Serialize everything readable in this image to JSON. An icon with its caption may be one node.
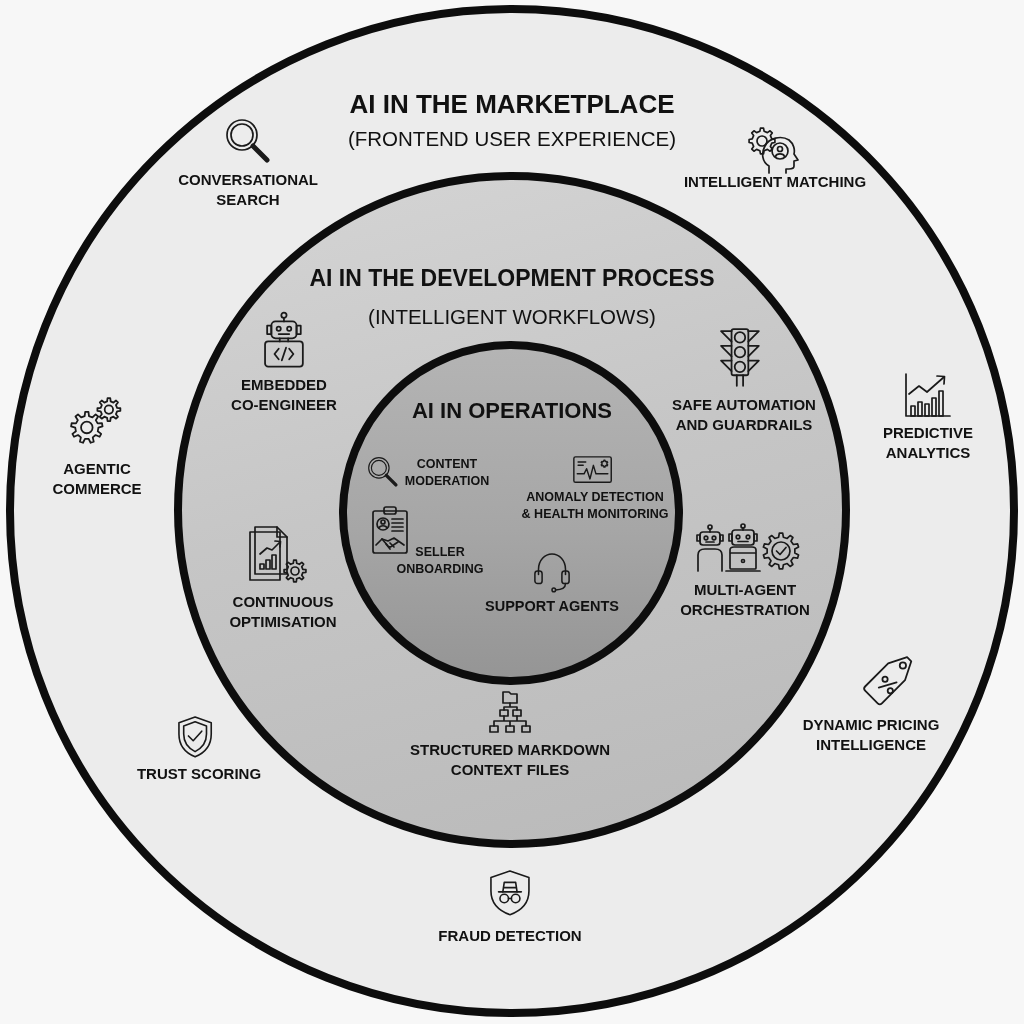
{
  "diagram": {
    "nodes": [
      {
        "text": [
          "AI IN THE MARKETPLACE",
          "(FRONTEND USER EXPERIENCE)"
        ]
      },
      {
        "text": [
          "AI IN THE DEVELOPMENT PROCESS",
          "(INTELLIGENT WORKFLOWS)",
          "EMBEDDED CO-ENGINEER",
          "SAFE AUTOMATION AND GUARDRAILS",
          "CONTINUOUS OPTIMISATION",
          "MULTI-AGENT ORCHESTRATION",
          "STRUCTURED MARKDOWN CONTEXT FILES"
        ],
        "in": 0
      },
      {
        "text": [
          "AI IN OPERATIONS",
          "CONTENT MODERATION",
          "ANOMALY DETECTION & HEALTH MONITORING",
          "SELLER ONBOARDING",
          "SUPPORT AGENTS"
        ],
        "in": 1
      }
    ],
    "labels": [
      "CONVERSATIONAL SEARCH",
      "INTELLIGENT MATCHING",
      "AGENTIC COMMERCE",
      "PREDICTIVE ANALYTICS",
      "TRUST SCORING",
      "DYNAMIC PRICING INTELLIGENCE",
      "FRAUD DETECTION"
    ]
  }
}
